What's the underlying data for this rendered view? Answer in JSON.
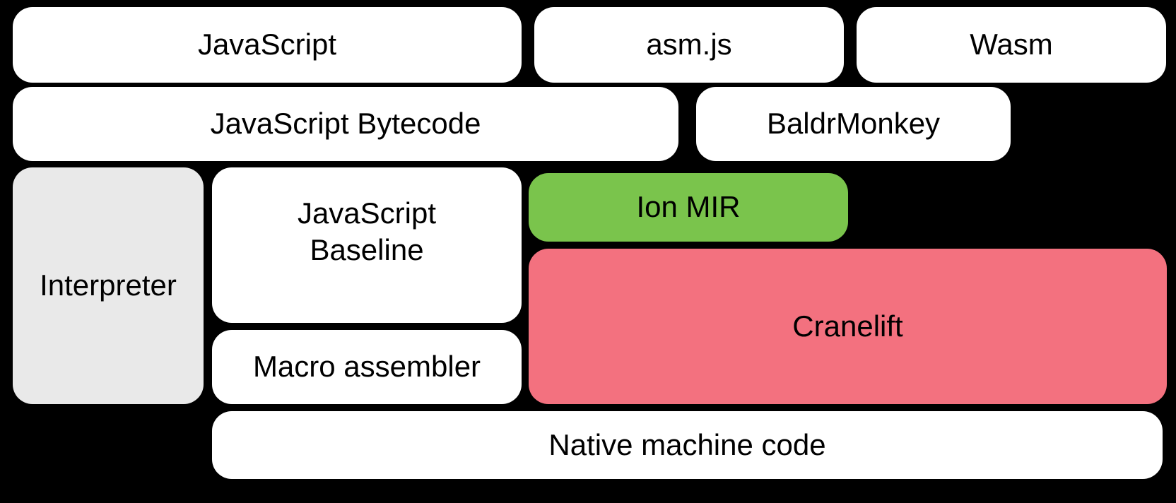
{
  "colors": {
    "background": "#000000",
    "box_white": "#ffffff",
    "interpreter_gray": "#e9e9e9",
    "ion_mir_green": "#7ac44c",
    "cranelift_pink": "#f3717f",
    "text": "#000000"
  },
  "boxes": {
    "javascript": {
      "label": "JavaScript"
    },
    "asmjs": {
      "label": "asm.js"
    },
    "wasm": {
      "label": "Wasm"
    },
    "js_bytecode": {
      "label": "JavaScript Bytecode"
    },
    "baldrmonkey": {
      "label": "BaldrMonkey"
    },
    "interpreter": {
      "label": "Interpreter"
    },
    "js_baseline": {
      "label_line1": "JavaScript",
      "label_line2": "Baseline"
    },
    "ion_mir": {
      "label": "Ion MIR"
    },
    "cranelift": {
      "label": "Cranelift"
    },
    "macro_assembler": {
      "label": "Macro assembler"
    },
    "native_code": {
      "label": "Native machine code"
    }
  }
}
